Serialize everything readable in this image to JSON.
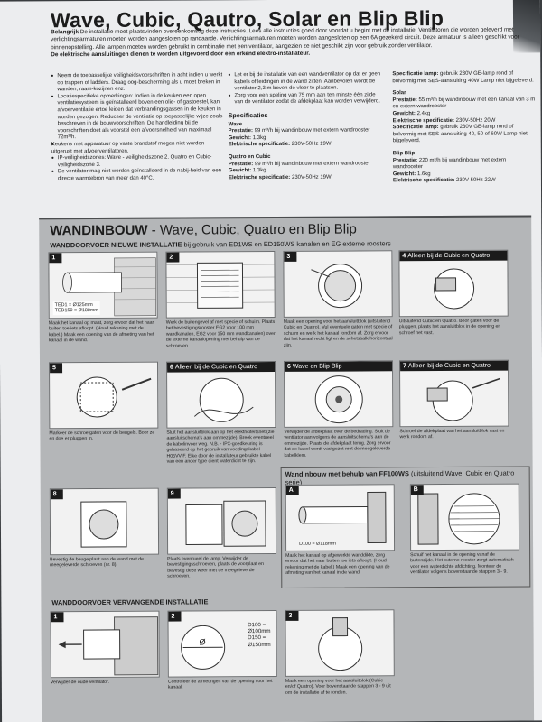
{
  "title": "Wave, Cubic, Qautro, Solar en Blip Blip",
  "intro": {
    "lead": "Belangrijk",
    "text": "De installatie moet plaatsvinden overeenkomstig deze instructies. Lees alle instructies goed door voordat u begint met de installatie. Ventilatoren die worden geleverd met verlichtingsarmaturen moeten worden aangesloten op randaarde. Verlichtingsarmaturen moeten worden aangesloten op een 6A gezekerd circuit. Deze armatuur is alleen geschikt voor binnenopstelling. Alle lampen moeten worden gebruikt in combinatie met een ventilator, aangezien ze niet geschikt zijn voor gebruik zonder ventilator.",
    "warning": "De elektrische aansluitingen dienen te worden uitgevoerd door een erkend elektro-installateur."
  },
  "col1": [
    "Neem de toepasselijke veiligheidsvoorschriften in acht indien u werkt op trappen of ladders. Draag oog-bescherming als u moet breken in wanden, raam-kozijnen enz.",
    "Locatiespecifieke opmerkingen: Indien in de keuken een open ventilatiesysteem is geïnstalleerd boven een olie- of gastoestel, kan afvoerventilatie ertoe leiden dat verbrandingsgassen in de keuken in worden gezogen. Reduceer de ventilatie op toepasselijke wijze zoals beschreven in de bouwvoorschriften. De handleiding bij de voorschriften doet als voorstel een afvoersnelheid van maximaal 72m³/h.",
    "Keukens met apparatuur op vaste brandstof mogen niet worden uitgerust met afvoerventilatoren.",
    "IP-veiligheidszones: Wave - veiligheidszone 2. Quatro en Cubic- veiligheidszone 3.",
    "De ventilator mag niet worden geïnstalleerd in de nabij-heid van een directe warmtebron van meer dan 40°C."
  ],
  "col2_bullets": [
    "Let er bij de installatie van een wandventilator op dat er geen kabels of leidingen in de wand zitten. Aanbevolen wordt de ventilator 2,3 m boven de vloer te plaatsen.",
    "Zorg voor een speling van 75 mm aan ten minste één zijde van de ventilator zodat de afdekplaat kan worden verwijderd."
  ],
  "specs_heading": "Specificaties",
  "specs": [
    {
      "name": "Wave",
      "prestatie": "99 m³/h bij wandinbouw met extern wandrooster",
      "gewicht": "1.3kg",
      "elektrisch": "230V-50Hz 19W"
    },
    {
      "name": "Quatro en Cubic",
      "prestatie": "99 m³/h bij wandinbouw met extern wandrooster",
      "gewicht": "1.3kg",
      "elektrisch": "230V-50Hz 19W"
    }
  ],
  "lbl": {
    "prestatie": "Prestatie:",
    "gewicht": "Gewicht:",
    "elektrisch": "Elektrische specificatie:",
    "lamp": "Specificatie lamp:",
    "elektrisch_plain": "Elektrische specificatie:"
  },
  "col3": {
    "lamp_top": "gebruik 230V GE-lamp rond of bolvormig met SES-aansluiting 40W Lamp niet bijgeleverd.",
    "solar": {
      "name": "Solar",
      "prestatie": "55 m³/h bij wandinbouw met een kanaal van 3 m en extern wandrooster",
      "gewicht": "2.4kg",
      "elektrisch": "230V-50Hz 20W",
      "lamp": "gebruik 230V GE-lamp rond of bolvormig met SES-aansluiting 40, 50 of 60W Lamp niet bijgeleverd."
    },
    "blip": {
      "name": "Blip Blip",
      "prestatie": "220 m³/h bij wandinbouw met extern wandrooster",
      "gewicht": "1.6kg",
      "elektrisch": "230V-50Hz 22W"
    }
  },
  "panel": {
    "heading_bold": "WANDINBOUW",
    "heading_rest": " - Wave, Cubic, Quatro en Blip Blip",
    "sub1_bold": "WANDDOORVOER NIEUWE INSTALLATIE",
    "sub1_rest": " bij gebruik van ED1WS en ED150WS kanalen en EG externe roosters",
    "sub2_bold": "Wandinbouw met behulp van FF100WS",
    "sub2_rest": " (uitsluitend Wave, Cubic en Quatro serie)",
    "sub3_bold": "WANDDOORVOER VERVANGENDE INSTALLATIE"
  },
  "steps": [
    {
      "num": "1",
      "extra": "",
      "cap": "Maak het kanaal op maat, zorg ervoor dat het naar buiten toe iets afloopt. (Houd rekening met de kabel.) Maak een opening van de afmeting van het kanaal in de wand."
    },
    {
      "num": "2",
      "extra": "",
      "cap": "Werk de buitengevel af met specie of schuim. Plaats het bevestigingsrooster EG2 voor 100 mm wandkanalen, EG2 voor 150 mm wandkanalen) over de externe kanaalopening met behulp van de schroeven."
    },
    {
      "num": "3",
      "extra": "",
      "cap": "Maak een opening voor het aansluitblok (uitsluitend Cubic en Quatro). Vul eventuele gaten met specie of schuim en werk het kanaal rondom af. Zorg ervoor dat het kanaal recht ligt en de schetsbalk horizontaal zijn."
    },
    {
      "num": "4",
      "extra": "Alleen bij de Cubic en Quatro",
      "cap": "Uitsluitend Cubic en Quatro. Boor gaten voor de pluggen, plaats het aansluitblok in de opening en schroef het vast."
    },
    {
      "num": "5",
      "extra": "",
      "cap": "Markeer de schroefgaten voor de beugels. Boor ze en doe er pluggen in."
    },
    {
      "num": "6",
      "extra": "Alleen bij de Cubic en Quatro",
      "cap": "Sluit het aansluitblok aan op het elektriciteitsnet (zie aansluitschema's aan ommezijde). Breek eventueel de kabelinvoer weg. N.B. - IPX-goedkeuring is gebaseerd op het gebruik van voedingskabel H05VV-F. Elke door de installateur gebruikte kabel van een ander type dient waterdicht te zijn."
    },
    {
      "num": "6",
      "extra": "Wave en Blip Blip",
      "cap": "Verwijder de afdekplaat over de bedrading. Sluit de ventilator aan volgens de aansluitschema's aan de ommezijde. Plaats de afdekplaat terug. Zorg ervoor dat de kabel wordt vastgezet met de meegeleverde kabelklem."
    },
    {
      "num": "7",
      "extra": "Alleen bij de Cubic en Quatro",
      "cap": "Schroef de afdekplaat van het aansluitblok vast en werk rondom af."
    },
    {
      "num": "8",
      "extra": "",
      "cap": "Bevestig de beugelplaat aan de wand met de meegeleverde schroeven (nr. 8)."
    },
    {
      "num": "9",
      "extra": "",
      "cap": "Plaats eventueel de lamp. Verwijder de bevestigingsschroeven, plaats de voorplaat en bevestig deze weer met de meegeleverde schroeven."
    },
    {
      "num": "A",
      "extra": "",
      "cap": "Maak het kanaal op afgewerkte wanddikte, zorg ervoor dat het naar buiten toe iets afloopt. (Houd rekening met de kabel.) Maak een opening van de afmeting van het kanaal in de wand."
    },
    {
      "num": "B",
      "extra": "",
      "cap": "Schuif het kanaal in de opening vanaf de buitenzijde. Het externe rooster zorgt automatisch voor een waterdichte afdichting. Monteer de ventilator volgens bovenstaande stappen 3 - 9."
    },
    {
      "num": "1",
      "extra": "",
      "cap": "Verwijder de oude ventilator."
    },
    {
      "num": "2",
      "extra": "",
      "cap": "Controleer de afmetingen van de opening voor het kanaal."
    },
    {
      "num": "3",
      "extra": "",
      "cap": "Maak een opening voor het aansluitblok (Cubic en/of Quatro). Voer bovenstaande stappen 3 - 9 uit om de installatie af te ronden."
    }
  ],
  "ted": [
    "TED1 = Ø125mm",
    "TED150 = Ø180mm"
  ],
  "d100_label": "D100 = Ø118mm",
  "dims": [
    "D100 =",
    "Ø100mm",
    "D150 =",
    "Ø150mm"
  ]
}
